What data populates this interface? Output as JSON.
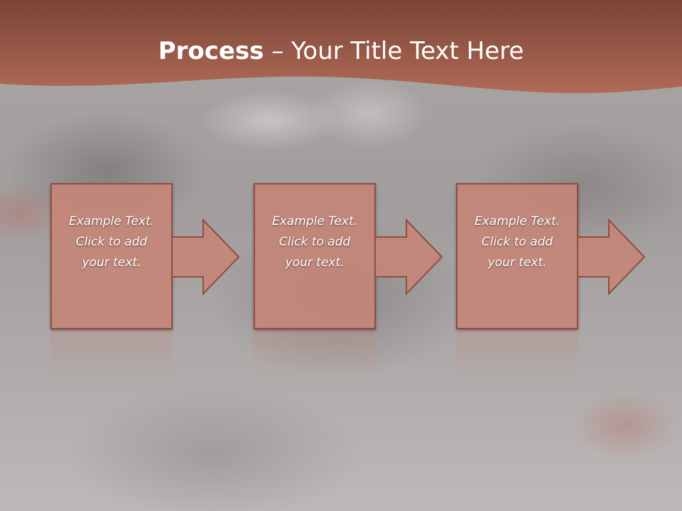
{
  "slide": {
    "title_bold": "Process",
    "title_rest": " – Your Title Text Here"
  },
  "steps": [
    {
      "text": "Example Text.\nClick  to add\nyour text."
    },
    {
      "text": "Example Text.\nClick  to add\nyour text."
    },
    {
      "text": "Example Text.\nClick  to add\nyour text."
    }
  ],
  "colors": {
    "header": "#a45a48",
    "box_fill": "#c48678",
    "box_border": "#8f4d40",
    "text": "#ffffff"
  }
}
